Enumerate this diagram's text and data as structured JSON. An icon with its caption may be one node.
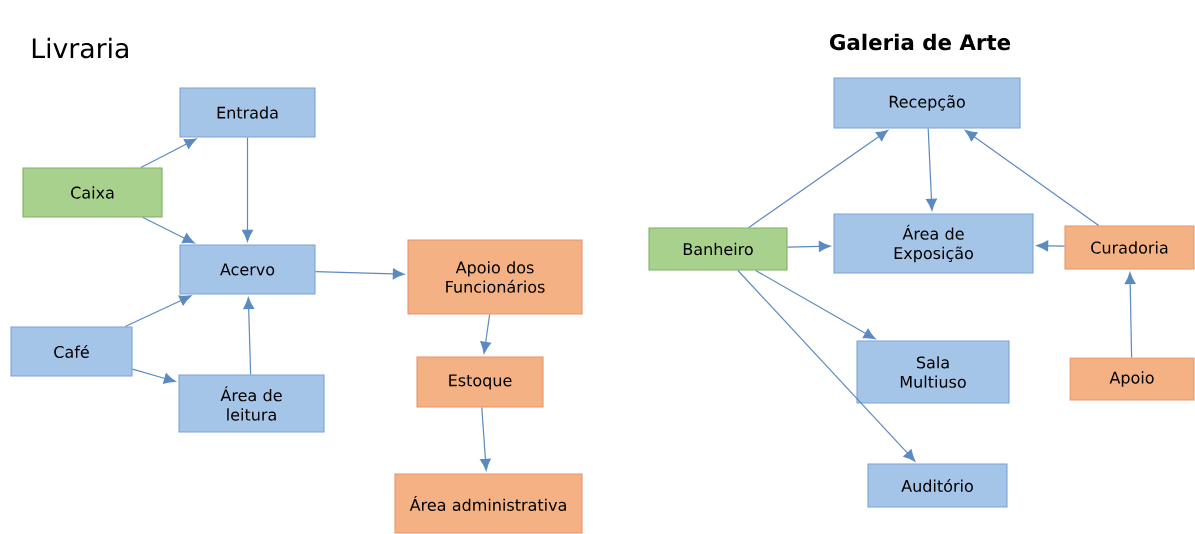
{
  "diagram": {
    "nodes": [
      {
        "text": [
          "Entrada"
        ]
      },
      {
        "text": [
          "Caixa"
        ]
      },
      {
        "text": [
          "Acervo"
        ]
      },
      {
        "text": [
          "Café"
        ]
      },
      {
        "text": [
          "Área de leitura"
        ]
      },
      {
        "text": [
          "Apoio dos Funcionários"
        ]
      },
      {
        "text": [
          "Estoque"
        ]
      },
      {
        "text": [
          "Área administrativa"
        ]
      },
      {
        "text": [
          "Recepção"
        ]
      },
      {
        "text": [
          "Banheiro"
        ]
      },
      {
        "text": [
          "Área de Exposição"
        ]
      },
      {
        "text": [
          "Curadoria"
        ]
      },
      {
        "text": [
          "Sala Multiuso"
        ]
      },
      {
        "text": [
          "Apoio"
        ]
      },
      {
        "text": [
          "Auditório"
        ]
      }
    ],
    "edges": [
      {
        "from": 1,
        "to": 0,
        "arrow": "to"
      },
      {
        "from": 1,
        "to": 2,
        "arrow": "to"
      },
      {
        "from": 0,
        "to": 2,
        "arrow": "to"
      },
      {
        "from": 3,
        "to": 2,
        "arrow": "to"
      },
      {
        "from": 3,
        "to": 4,
        "arrow": "to"
      },
      {
        "from": 4,
        "to": 2,
        "arrow": "to"
      },
      {
        "from": 2,
        "to": 5,
        "arrow": "to"
      },
      {
        "from": 5,
        "to": 6,
        "arrow": "to"
      },
      {
        "from": 6,
        "to": 7,
        "arrow": "to"
      },
      {
        "from": 9,
        "to": 8,
        "arrow": "to"
      },
      {
        "from": 9,
        "to": 10,
        "arrow": "to"
      },
      {
        "from": 9,
        "to": 12,
        "arrow": "to"
      },
      {
        "from": 9,
        "to": 14,
        "arrow": "to"
      },
      {
        "from": 8,
        "to": 10,
        "arrow": "to"
      },
      {
        "from": 11,
        "to": 8,
        "arrow": "to"
      },
      {
        "from": 11,
        "to": 10,
        "arrow": "to"
      },
      {
        "from": 13,
        "to": 11,
        "arrow": "to"
      }
    ],
    "labels": [
      "Livraria",
      "Galeria de Arte"
    ]
  }
}
